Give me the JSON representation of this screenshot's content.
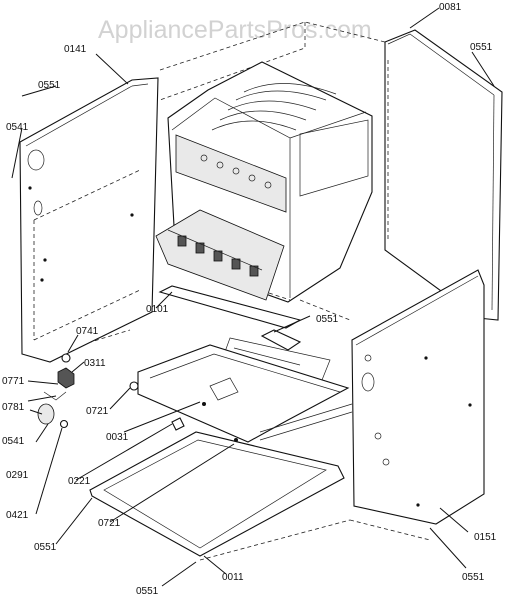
{
  "watermark": "AppliancePartsPros.com",
  "labels": {
    "p0081": "0081",
    "p0141": "0141",
    "p0551_top_left": "0551",
    "p0551_top_right": "0551",
    "p0541_top": "0541",
    "p0741": "0741",
    "p0311": "0311",
    "p0771": "0771",
    "p0781": "0781",
    "p0721_upper": "0721",
    "p0541_bottom": "0541",
    "p0031": "0031",
    "p0291": "0291",
    "p0221": "0221",
    "p0421": "0421",
    "p0721_lower": "0721",
    "p0551_bottom_left": "0551",
    "p0101": "0101",
    "p0551_center": "0551",
    "p0151": "0151",
    "p0551_bottom_right": "0551",
    "p0011": "0011",
    "p0551_bottom_center": "0551"
  }
}
